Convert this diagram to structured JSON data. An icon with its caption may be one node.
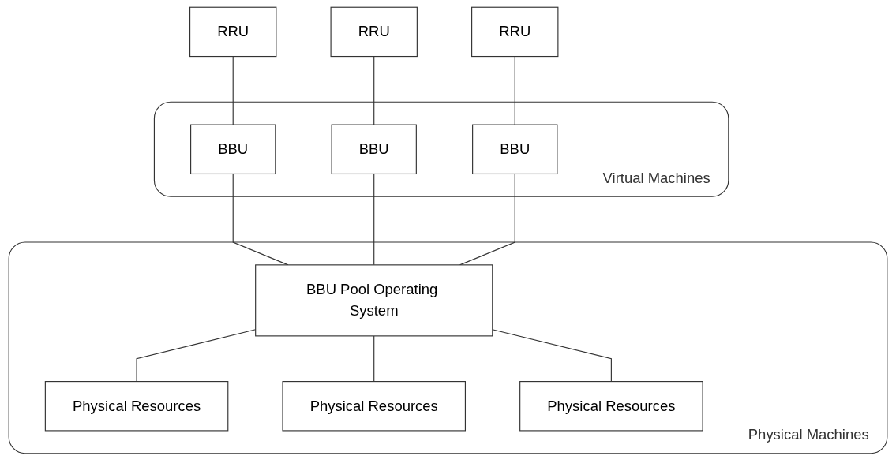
{
  "diagram": {
    "nodes": [
      {
        "text": [
          "RRU"
        ]
      },
      {
        "text": [
          "RRU"
        ]
      },
      {
        "text": [
          "RRU"
        ]
      },
      {
        "text": [
          "Virtual Machines"
        ]
      },
      {
        "text": [
          "BBU"
        ],
        "in": 3
      },
      {
        "text": [
          "BBU"
        ],
        "in": 3
      },
      {
        "text": [
          "BBU"
        ],
        "in": 3
      },
      {
        "text": [
          "Physical Machines"
        ]
      },
      {
        "text": [
          "BBU Pool Operating System"
        ],
        "in": 7
      },
      {
        "text": [
          "Physical Resources"
        ],
        "in": 7
      },
      {
        "text": [
          "Physical Resources"
        ],
        "in": 7
      },
      {
        "text": [
          "Physical Resources"
        ],
        "in": 7
      }
    ],
    "edges": [
      {
        "from": 0,
        "to": 4,
        "arrow": "none"
      },
      {
        "from": 1,
        "to": 5,
        "arrow": "none"
      },
      {
        "from": 2,
        "to": 6,
        "arrow": "none"
      },
      {
        "from": 4,
        "to": 8,
        "arrow": "none"
      },
      {
        "from": 5,
        "to": 8,
        "arrow": "none"
      },
      {
        "from": 6,
        "to": 8,
        "arrow": "none"
      },
      {
        "from": 8,
        "to": 9,
        "arrow": "none"
      },
      {
        "from": 8,
        "to": 10,
        "arrow": "none"
      },
      {
        "from": 8,
        "to": 11,
        "arrow": "none"
      }
    ]
  }
}
